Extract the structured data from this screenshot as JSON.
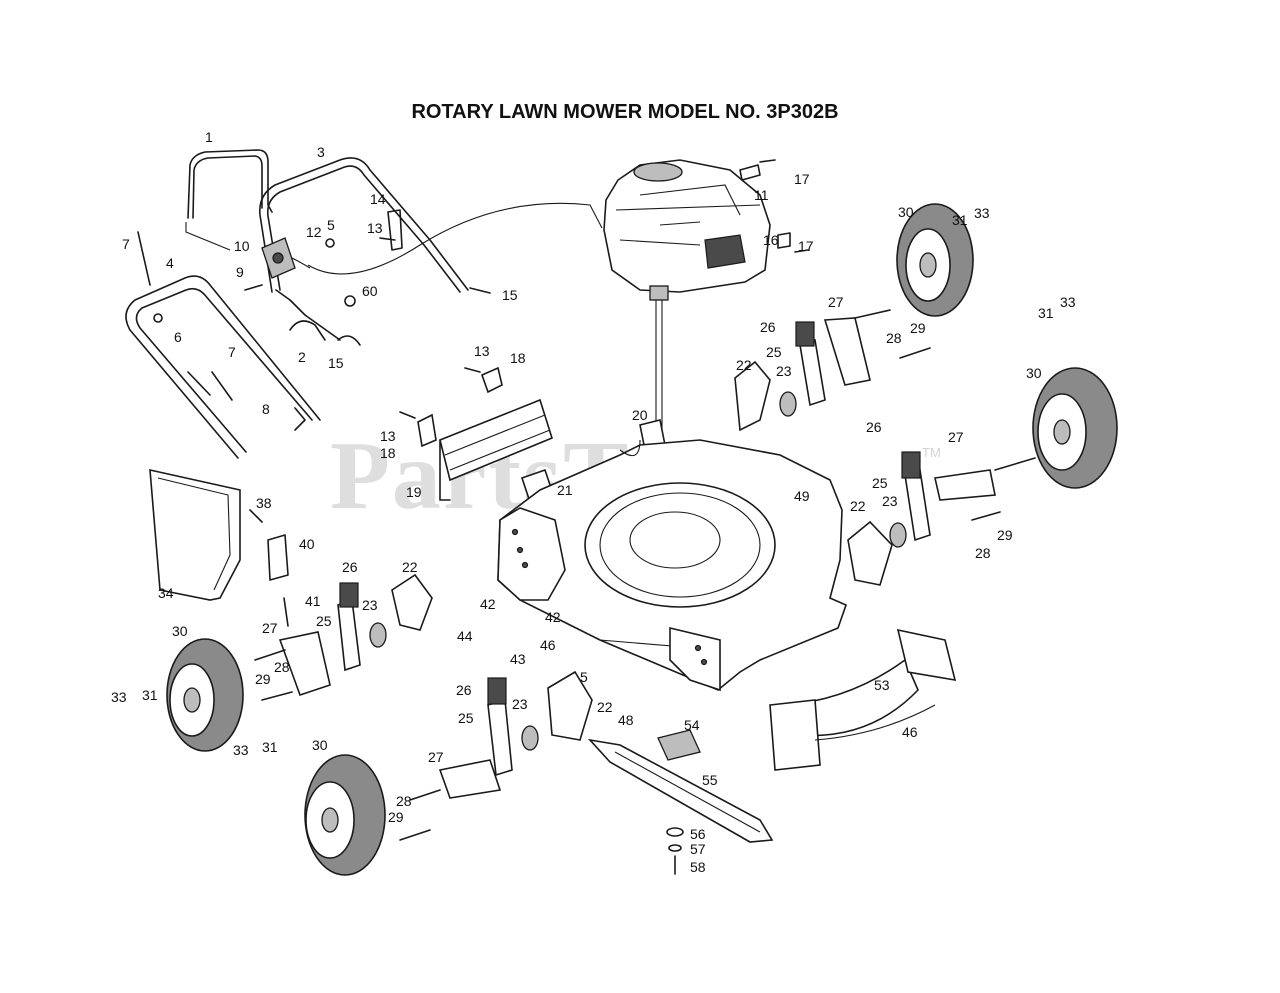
{
  "title": "ROTARY LAWN MOWER MODEL NO.  3P302B",
  "watermark": "PartsTree",
  "watermark_mark": "TM",
  "callouts": [
    {
      "id": "c1",
      "label": "1"
    },
    {
      "id": "c3",
      "label": "3"
    },
    {
      "id": "c14",
      "label": "14"
    },
    {
      "id": "c5a",
      "label": "5"
    },
    {
      "id": "c12",
      "label": "12"
    },
    {
      "id": "c13a",
      "label": "13"
    },
    {
      "id": "c7a",
      "label": "7"
    },
    {
      "id": "c10",
      "label": "10"
    },
    {
      "id": "c9",
      "label": "9"
    },
    {
      "id": "c4",
      "label": "4"
    },
    {
      "id": "c60",
      "label": "60"
    },
    {
      "id": "c6",
      "label": "6"
    },
    {
      "id": "c2",
      "label": "2"
    },
    {
      "id": "c15a",
      "label": "15"
    },
    {
      "id": "c15b",
      "label": "15"
    },
    {
      "id": "c7b",
      "label": "7"
    },
    {
      "id": "c8",
      "label": "8"
    },
    {
      "id": "c17a",
      "label": "17"
    },
    {
      "id": "c11",
      "label": "11"
    },
    {
      "id": "c16",
      "label": "16"
    },
    {
      "id": "c17b",
      "label": "17"
    },
    {
      "id": "c13b",
      "label": "13"
    },
    {
      "id": "c18a",
      "label": "18"
    },
    {
      "id": "c13c",
      "label": "13"
    },
    {
      "id": "c18b",
      "label": "18"
    },
    {
      "id": "c20",
      "label": "20"
    },
    {
      "id": "c19",
      "label": "19"
    },
    {
      "id": "c21",
      "label": "21"
    },
    {
      "id": "c49",
      "label": "49"
    },
    {
      "id": "c30a",
      "label": "30"
    },
    {
      "id": "c31a",
      "label": "31"
    },
    {
      "id": "c33a",
      "label": "33"
    },
    {
      "id": "c27a",
      "label": "27"
    },
    {
      "id": "c26a",
      "label": "26"
    },
    {
      "id": "c25a",
      "label": "25"
    },
    {
      "id": "c28a",
      "label": "28"
    },
    {
      "id": "c29a",
      "label": "29"
    },
    {
      "id": "c22a",
      "label": "22"
    },
    {
      "id": "c23a",
      "label": "23"
    },
    {
      "id": "c31b",
      "label": "31"
    },
    {
      "id": "c33b",
      "label": "33"
    },
    {
      "id": "c30b",
      "label": "30"
    },
    {
      "id": "c26b",
      "label": "26"
    },
    {
      "id": "c27b",
      "label": "27"
    },
    {
      "id": "c25b",
      "label": "25"
    },
    {
      "id": "c23b",
      "label": "23"
    },
    {
      "id": "c22b",
      "label": "22"
    },
    {
      "id": "c28b",
      "label": "28"
    },
    {
      "id": "c29b",
      "label": "29"
    },
    {
      "id": "c38",
      "label": "38"
    },
    {
      "id": "c40",
      "label": "40"
    },
    {
      "id": "c34",
      "label": "34"
    },
    {
      "id": "c26c",
      "label": "26"
    },
    {
      "id": "c22c",
      "label": "22"
    },
    {
      "id": "c41",
      "label": "41"
    },
    {
      "id": "c25c",
      "label": "25"
    },
    {
      "id": "c23c",
      "label": "23"
    },
    {
      "id": "c42a",
      "label": "42"
    },
    {
      "id": "c42b",
      "label": "42"
    },
    {
      "id": "c30c",
      "label": "30"
    },
    {
      "id": "c27c",
      "label": "27"
    },
    {
      "id": "c28c",
      "label": "28"
    },
    {
      "id": "c29c",
      "label": "29"
    },
    {
      "id": "c31c",
      "label": "31"
    },
    {
      "id": "c33c",
      "label": "33"
    },
    {
      "id": "c44",
      "label": "44"
    },
    {
      "id": "c43",
      "label": "43"
    },
    {
      "id": "c46a",
      "label": "46"
    },
    {
      "id": "c5b",
      "label": "5"
    },
    {
      "id": "c26d",
      "label": "26"
    },
    {
      "id": "c25d",
      "label": "25"
    },
    {
      "id": "c23d",
      "label": "23"
    },
    {
      "id": "c22d",
      "label": "22"
    },
    {
      "id": "c48",
      "label": "48"
    },
    {
      "id": "c54",
      "label": "54"
    },
    {
      "id": "c53",
      "label": "53"
    },
    {
      "id": "c46b",
      "label": "46"
    },
    {
      "id": "c33d",
      "label": "33"
    },
    {
      "id": "c31d",
      "label": "31"
    },
    {
      "id": "c30d",
      "label": "30"
    },
    {
      "id": "c27d",
      "label": "27"
    },
    {
      "id": "c28d",
      "label": "28"
    },
    {
      "id": "c29d",
      "label": "29"
    },
    {
      "id": "c55",
      "label": "55"
    },
    {
      "id": "c56",
      "label": "56"
    },
    {
      "id": "c57",
      "label": "57"
    },
    {
      "id": "c58",
      "label": "58"
    }
  ]
}
